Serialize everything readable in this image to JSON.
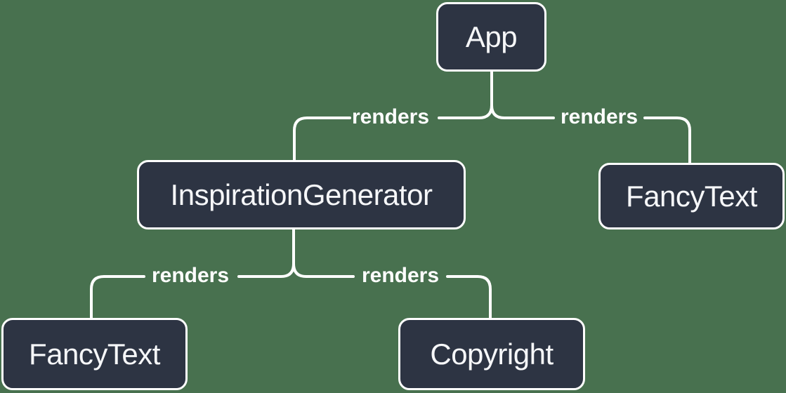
{
  "colors": {
    "background": "#48714F",
    "node-fill": "#2D3443",
    "node-border": "#FFFFFF",
    "node-text": "#F6F7F9",
    "edge-line": "#FFFFFF",
    "edge-label-text": "#FFFFFF"
  },
  "diagram": {
    "type": "tree",
    "nodes": [
      {
        "id": "app",
        "label": "App"
      },
      {
        "id": "inspiration-generator",
        "label": "InspirationGenerator"
      },
      {
        "id": "fancy-text-top",
        "label": "FancyText"
      },
      {
        "id": "fancy-text-bottom",
        "label": "FancyText"
      },
      {
        "id": "copyright",
        "label": "Copyright"
      }
    ],
    "edges": [
      {
        "from": "App",
        "to": "InspirationGenerator",
        "label": "renders"
      },
      {
        "from": "App",
        "to": "FancyText",
        "label": "renders"
      },
      {
        "from": "InspirationGenerator",
        "to": "FancyText",
        "label": "renders"
      },
      {
        "from": "InspirationGenerator",
        "to": "Copyright",
        "label": "renders"
      }
    ]
  }
}
